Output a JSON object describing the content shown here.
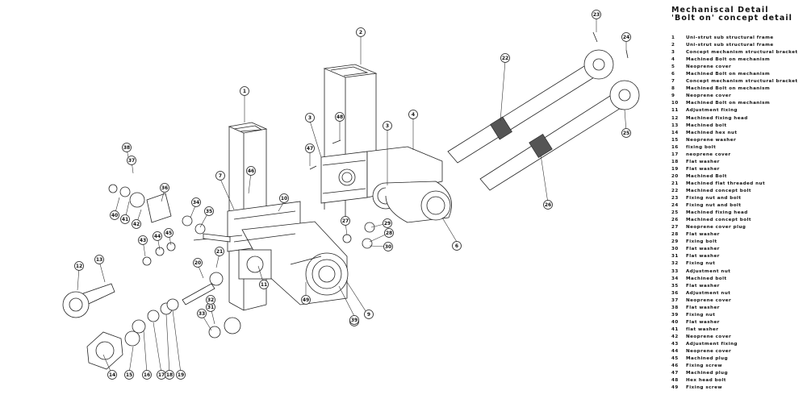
{
  "title_line1": "Mechaniscal Detail",
  "title_line2": "'Bolt on' concept detail",
  "legend": [
    {
      "n": "1",
      "label": "Uni-strut sub structural frame"
    },
    {
      "n": "2",
      "label": "Uni-strut sub structural frame"
    },
    {
      "n": "3",
      "label": "Concept mechanism structural bracket"
    },
    {
      "n": "4",
      "label": "Machined Bolt on mechanism"
    },
    {
      "n": "5",
      "label": "Neoprene cover"
    },
    {
      "n": "6",
      "label": "Machined Bolt on mechanism"
    },
    {
      "n": "7",
      "label": "Concept mechanism structural bracket"
    },
    {
      "n": "8",
      "label": "Machined Bolt on mechanism"
    },
    {
      "n": "9",
      "label": "Neoprene cover"
    },
    {
      "n": "10",
      "label": "Machined Bolt on mechanism"
    },
    {
      "n": "11",
      "label": "Adjustment fixing"
    },
    {
      "n": "12",
      "label": "Machined fixing head"
    },
    {
      "n": "13",
      "label": "Machined bolt"
    },
    {
      "n": "14",
      "label": "Machined hex nut"
    },
    {
      "n": "15",
      "label": "Neoprene washer"
    },
    {
      "n": "16",
      "label": "fixing bolt"
    },
    {
      "n": "17",
      "label": "neoprene cover"
    },
    {
      "n": "18",
      "label": "Flat washer"
    },
    {
      "n": "19",
      "label": "Flat washer"
    },
    {
      "n": "20",
      "label": "Machined Bolt"
    },
    {
      "n": "21",
      "label": "Machined flat threaded nut"
    },
    {
      "n": "22",
      "label": "Machined concept bolt"
    },
    {
      "n": "23",
      "label": "Fixing nut and bolt"
    },
    {
      "n": "24",
      "label": "Fixing nut and bolt"
    },
    {
      "n": "25",
      "label": "Machined fixing head"
    },
    {
      "n": "26",
      "label": "Machined concept bolt"
    },
    {
      "n": "27",
      "label": "Neoprene cover plug"
    },
    {
      "n": "28",
      "label": "Flat washer"
    },
    {
      "n": "29",
      "label": "Fixing bolt"
    },
    {
      "n": "30",
      "label": "Flat washer"
    },
    {
      "n": "31",
      "label": "Flat washer"
    },
    {
      "n": "32",
      "label": "Fixing nut"
    },
    {
      "n": "33",
      "label": "Adjustment nut"
    },
    {
      "n": "34",
      "label": "Machined bolt"
    },
    {
      "n": "35",
      "label": "Flat washer"
    },
    {
      "n": "36",
      "label": "Adjustment nut"
    },
    {
      "n": "37",
      "label": "Neoprene cover"
    },
    {
      "n": "38",
      "label": "Flat washer"
    },
    {
      "n": "39",
      "label": "Fixing nut"
    },
    {
      "n": "40",
      "label": "Flat washer"
    },
    {
      "n": "41",
      "label": "flat washer"
    },
    {
      "n": "42",
      "label": "Neoprene cover"
    },
    {
      "n": "43",
      "label": "Adjustment fixing"
    },
    {
      "n": "44",
      "label": "Neoprene cover"
    },
    {
      "n": "45",
      "label": "Machined plug"
    },
    {
      "n": "46",
      "label": "Fixing screw"
    },
    {
      "n": "47",
      "label": "Machined plug"
    },
    {
      "n": "48",
      "label": "Hex head bolt"
    },
    {
      "n": "49",
      "label": "Fixing screw"
    }
  ],
  "callouts": [
    "1",
    "2",
    "3",
    "3",
    "4",
    "6",
    "7",
    "8",
    "9",
    "10",
    "11",
    "12",
    "13",
    "14",
    "15",
    "16",
    "17",
    "18",
    "19",
    "20",
    "21",
    "22",
    "23",
    "24",
    "25",
    "26",
    "27",
    "28",
    "29",
    "30",
    "31",
    "32",
    "33",
    "34",
    "35",
    "36",
    "37",
    "38",
    "39",
    "40",
    "41",
    "42",
    "43",
    "44",
    "45",
    "46",
    "47",
    "48",
    "49"
  ]
}
